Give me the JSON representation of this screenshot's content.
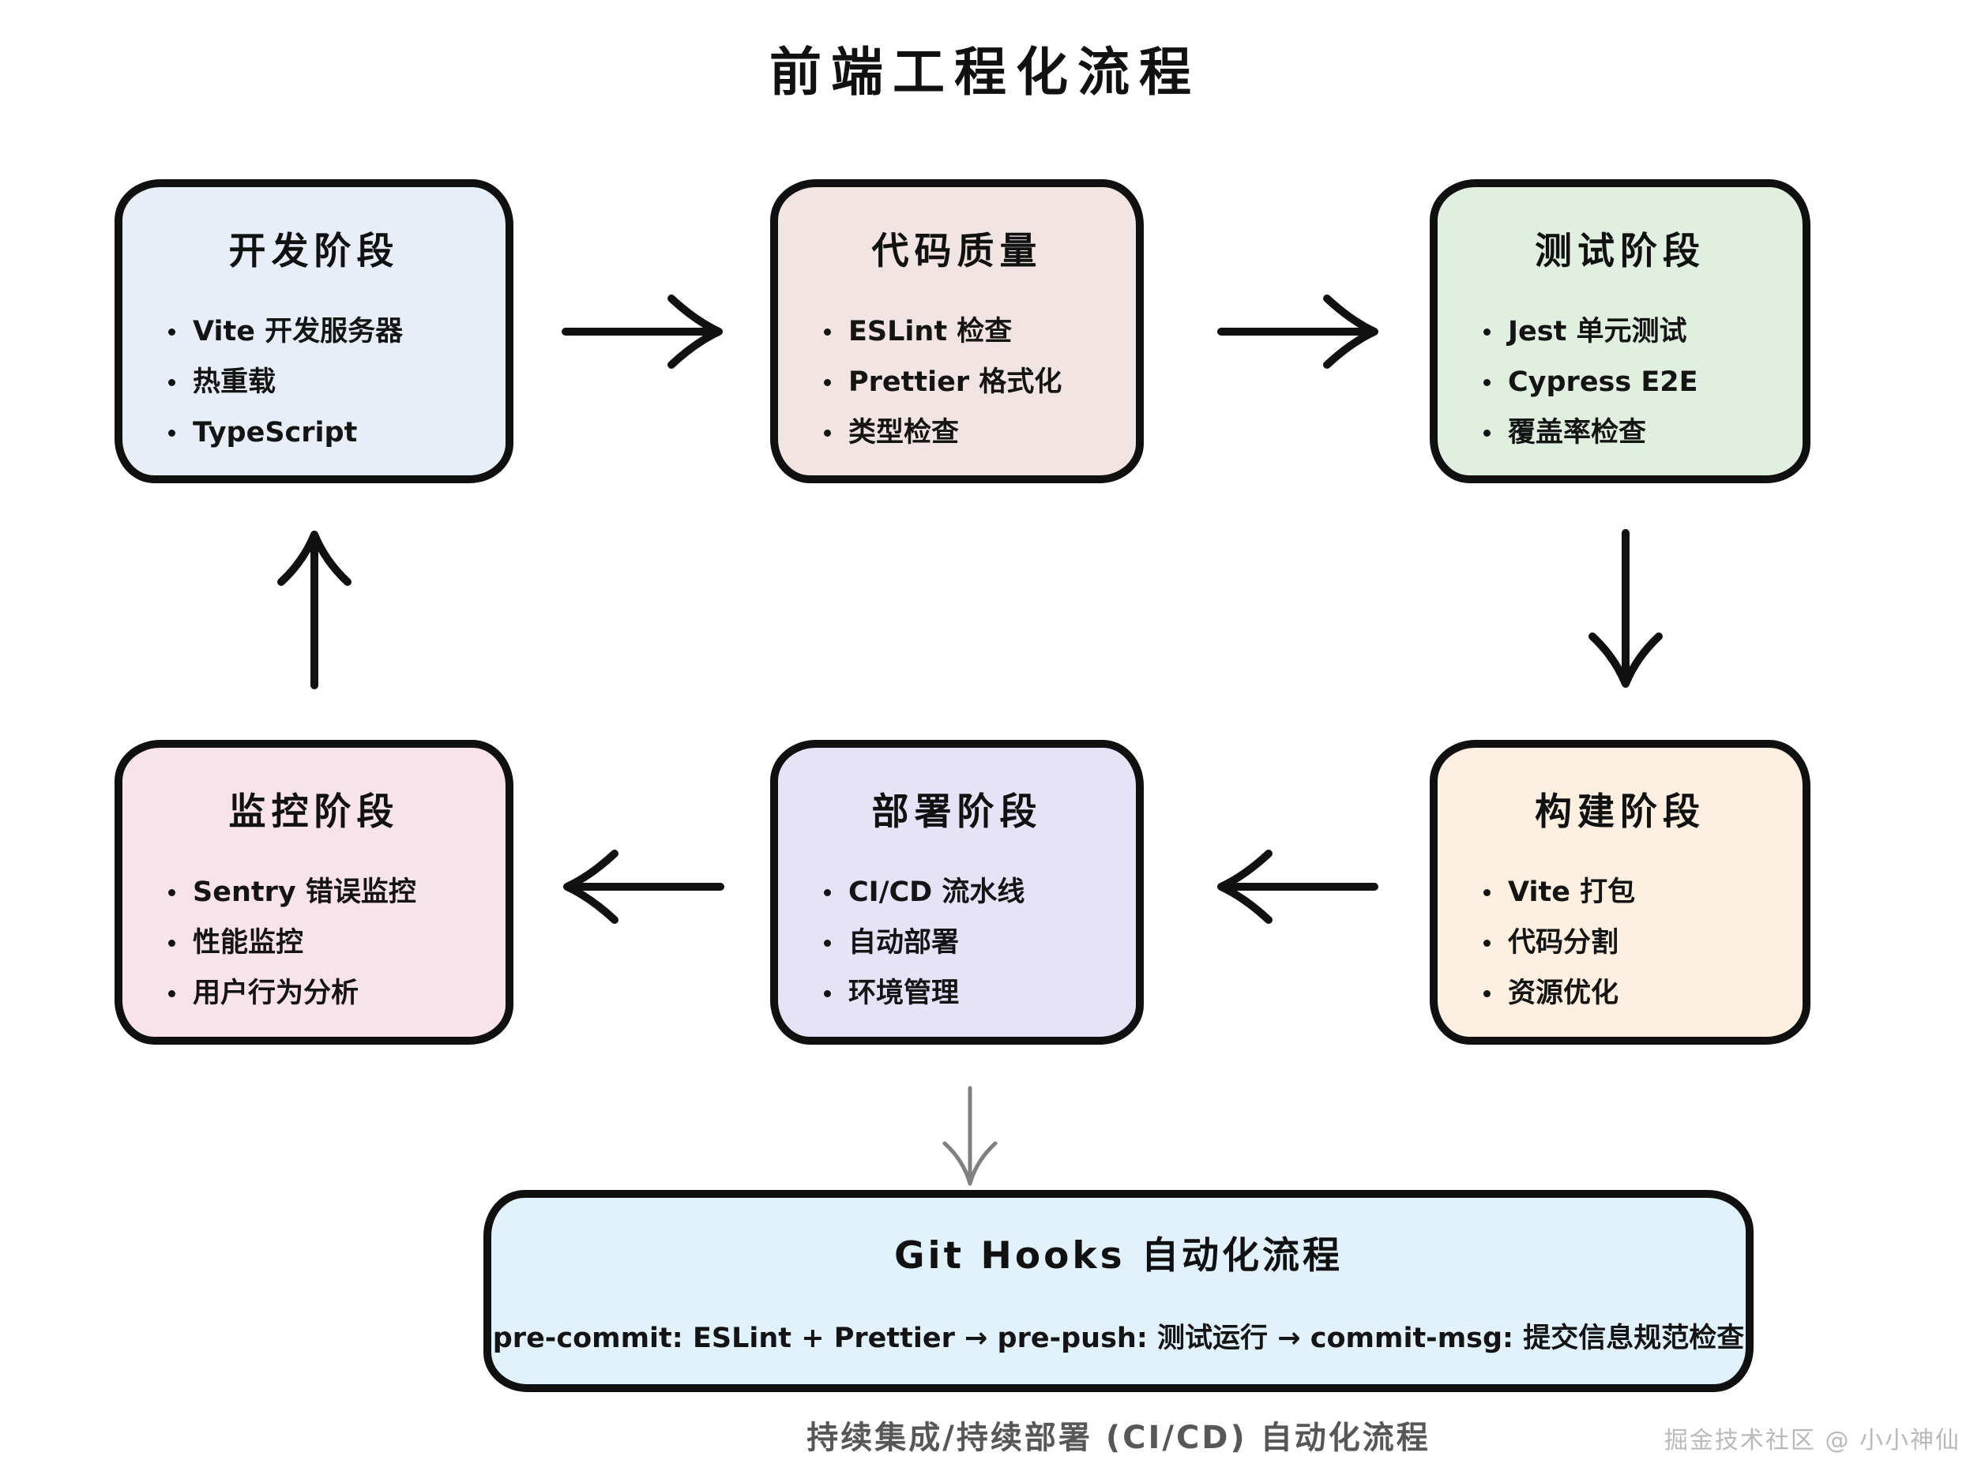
{
  "title": "前端工程化流程",
  "stages": [
    {
      "title": "开发阶段",
      "items": [
        "Vite 开发服务器",
        "热重载",
        "TypeScript"
      ],
      "bg": "#e7eef8"
    },
    {
      "title": "代码质量",
      "items": [
        "ESLint 检查",
        "Prettier 格式化",
        "类型检查"
      ],
      "bg": "#f1e4e3"
    },
    {
      "title": "测试阶段",
      "items": [
        "Jest 单元测试",
        "Cypress E2E",
        "覆盖率检查"
      ],
      "bg": "#e1efe1"
    },
    {
      "title": "监控阶段",
      "items": [
        "Sentry 错误监控",
        "性能监控",
        "用户行为分析"
      ],
      "bg": "#f9e3eb"
    },
    {
      "title": "部署阶段",
      "items": [
        "CI/CD 流水线",
        "自动部署",
        "环境管理"
      ],
      "bg": "#e6e2f8"
    },
    {
      "title": "构建阶段",
      "items": [
        "Vite 打包",
        "代码分割",
        "资源优化"
      ],
      "bg": "#fdf0e0"
    }
  ],
  "git_hooks": {
    "title": "Git Hooks 自动化流程",
    "subtitle": "pre-commit: ESLint + Prettier → pre-push: 测试运行 → commit-msg: 提交信息规范检查",
    "bg": "#e2f2fc"
  },
  "caption": "持续集成/持续部署 (CI/CD) 自动化流程",
  "watermark": "掘金技术社区 @ 小小神仙",
  "colors": {
    "arrow_black": "#111111",
    "arrow_gray": "#808080",
    "border": "#101010",
    "caption_text": "#575757",
    "watermark_text": "#b9b9b9"
  }
}
